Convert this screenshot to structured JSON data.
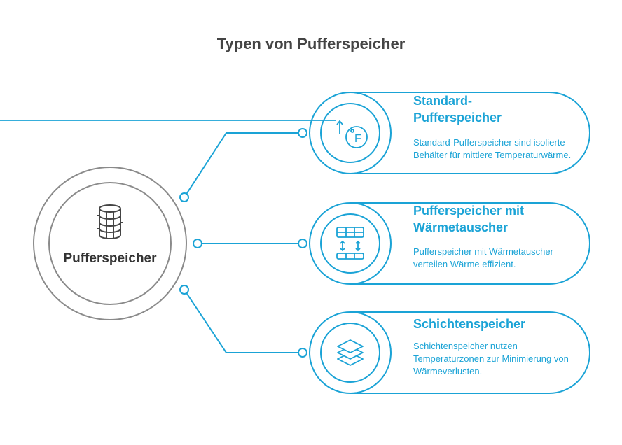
{
  "title": "Typen von Pufferspeicher",
  "center": {
    "label": "Pufferspeicher",
    "icon": "cylinder-storage-icon"
  },
  "colors": {
    "accent": "#1aa3d6",
    "center_ring": "#8a8a8a",
    "title": "#444444",
    "label": "#333333"
  },
  "items": [
    {
      "title": "Standard-\nPufferspeicher",
      "description": "Standard-Pufferspeicher sind isolierte Behälter für mittlere Temperaturwärme.",
      "icon": "temperature-fahrenheit-icon",
      "icon_text": "F"
    },
    {
      "title": "Pufferspeicher mit Wärmetauscher",
      "description": "Pufferspeicher mit Wärmetauscher verteilen Wärme effizient.",
      "icon": "heat-exchanger-icon"
    },
    {
      "title": "Schichtenspeicher",
      "description": "Schichtenspeicher nutzen Temperaturzonen zur Minimierung von Wärmeverlusten.",
      "icon": "layers-icon"
    }
  ]
}
